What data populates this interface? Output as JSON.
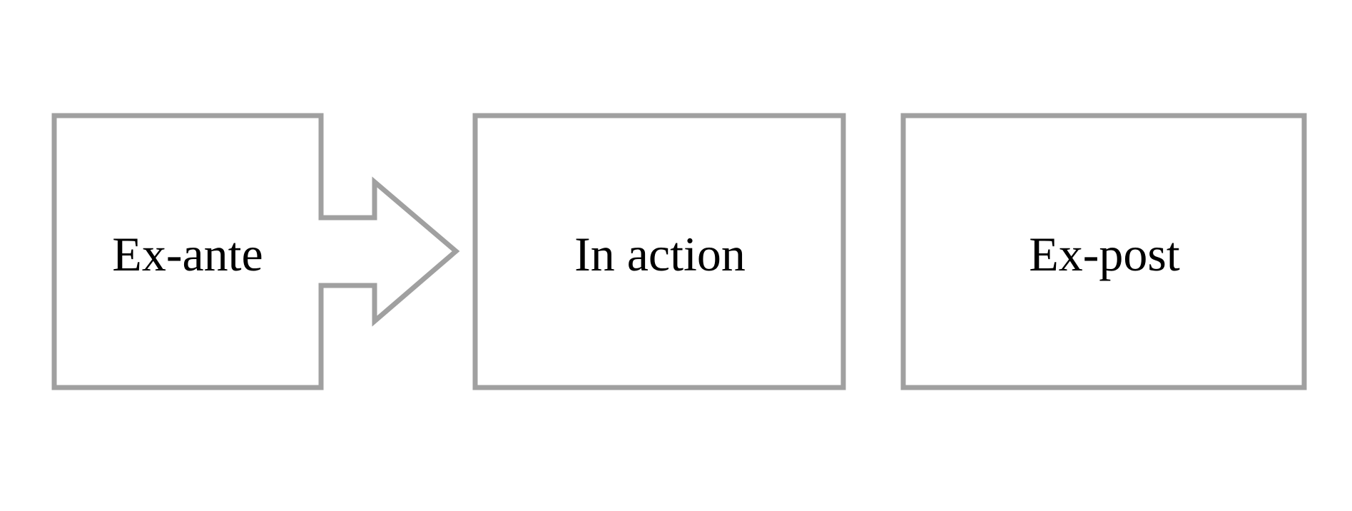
{
  "diagram": {
    "stages": [
      {
        "label": "Ex-ante"
      },
      {
        "label": "In action"
      },
      {
        "label": "Ex-post"
      }
    ],
    "colors": {
      "outline": "#a0a0a0",
      "fill": "#ffffff",
      "text": "#000000"
    }
  }
}
